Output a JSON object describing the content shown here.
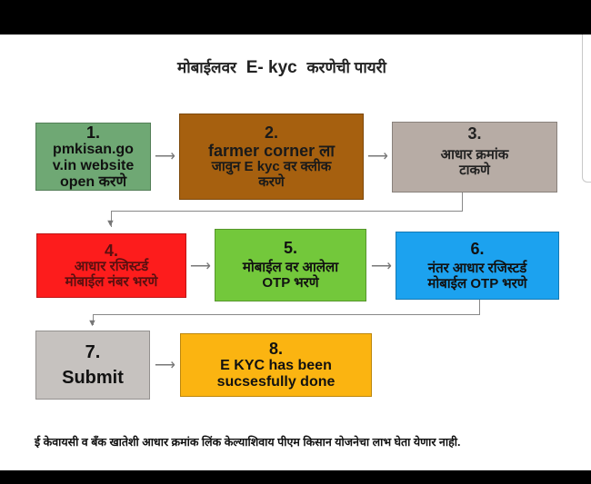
{
  "title": {
    "prefix": "मोबाईलवर",
    "english": "E- kyc",
    "suffix": "करणेची पायरी"
  },
  "steps": [
    {
      "num": "1.",
      "lines": [
        "pmkisan.go",
        "v.in website",
        "open करणे"
      ],
      "color": "#6fa874"
    },
    {
      "num": "2.",
      "lines": [
        "farmer corner ला",
        "जावुन E kyc  वर क्लीक",
        "करणे"
      ],
      "color": "#a6600f"
    },
    {
      "num": "3.",
      "lines": [
        "आधार क्रमांक",
        "टाकणे"
      ],
      "color": "#b7aca5"
    },
    {
      "num": "4.",
      "lines": [
        "आधार रजिस्टर्ड",
        "मोबाईल नंबर भरणे"
      ],
      "color": "#fd1c1c"
    },
    {
      "num": "5.",
      "lines": [
        "मोबाईल वर आलेला",
        "OTP भरणे"
      ],
      "color": "#73c83b"
    },
    {
      "num": "6.",
      "lines": [
        "नंतर आधार रजिस्टर्ड",
        "मोबाईल OTP भरणे"
      ],
      "color": "#1ca2ef"
    },
    {
      "num": "7.",
      "lines": [
        "Submit"
      ],
      "color": "#c6c2bf"
    },
    {
      "num": "8.",
      "lines": [
        "E KYC has been",
        "sucsesfully done"
      ],
      "color": "#fbb411"
    }
  ],
  "footer": "ई केवायसी  व बँक खातेशी आधार क्रमांक लिंक केल्याशिवाय पीएम किसान योजनेचा लाभ घेता येणार नाही."
}
